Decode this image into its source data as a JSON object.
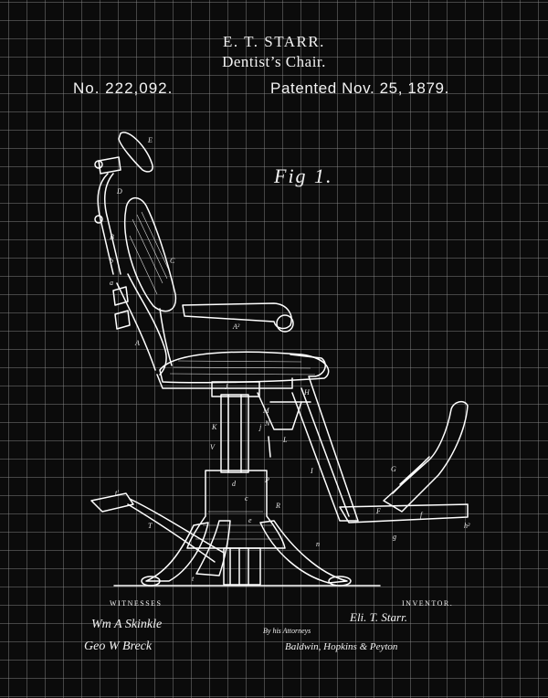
{
  "header": {
    "inventor_name": "E. T. STARR.",
    "invention_title": "Dentist’s Chair.",
    "patent_number": "No. 222,092.",
    "patent_date": "Patented Nov. 25, 1879."
  },
  "figure": {
    "label": "Fig 1.",
    "letters": [
      "E",
      "D",
      "C",
      "B",
      "b",
      "a",
      "A",
      "A²",
      "J",
      "K",
      "V",
      "H",
      "M",
      "N",
      "j",
      "L",
      "I",
      "P",
      "R",
      "T",
      "t",
      "t'",
      "G",
      "f",
      "F",
      "g",
      "h²",
      "n",
      "c",
      "d",
      "e"
    ]
  },
  "footer": {
    "witnesses_label": "WITNESSES",
    "witness_1": "Wm A Skinkle",
    "witness_2": "Geo W Breck",
    "inventor_label": "INVENTOR.",
    "inventor_signature": "Eli. T. Starr.",
    "attorneys_label": "By his Attorneys",
    "attorney_signature": "Baldwin, Hopkins & Peyton"
  },
  "colors": {
    "background": "#0b0b0b",
    "grid": "#969696",
    "ink": "#f2f2f2"
  }
}
